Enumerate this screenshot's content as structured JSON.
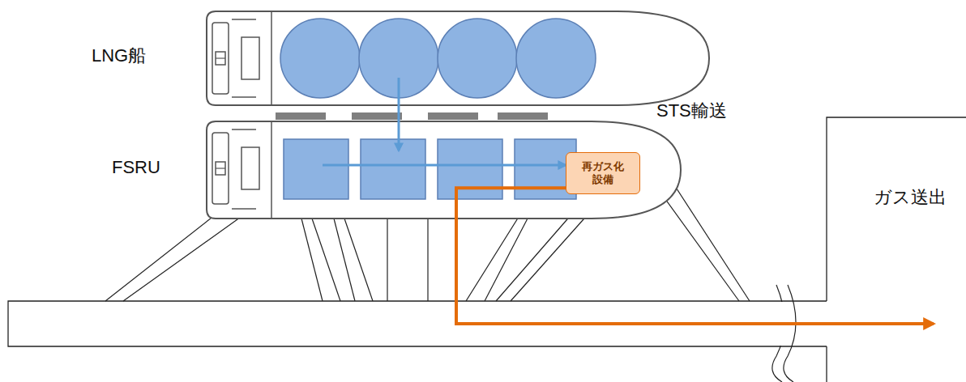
{
  "diagram": {
    "nodes": [
      {
        "text": [
          "LNG船"
        ]
      },
      {
        "text": [
          "FSRU"
        ]
      },
      {
        "text": [
          "再ガス化 設備"
        ],
        "in": 1
      },
      {
        "text": [
          "ガス送出"
        ]
      }
    ],
    "edges": [
      {
        "from": 0,
        "to": 1,
        "arrow": "to"
      },
      {
        "from": 1,
        "to": 2,
        "arrow": "to"
      },
      {
        "from": 2,
        "to": 3,
        "arrow": "to"
      }
    ],
    "labels": [
      "STS輸送"
    ]
  }
}
